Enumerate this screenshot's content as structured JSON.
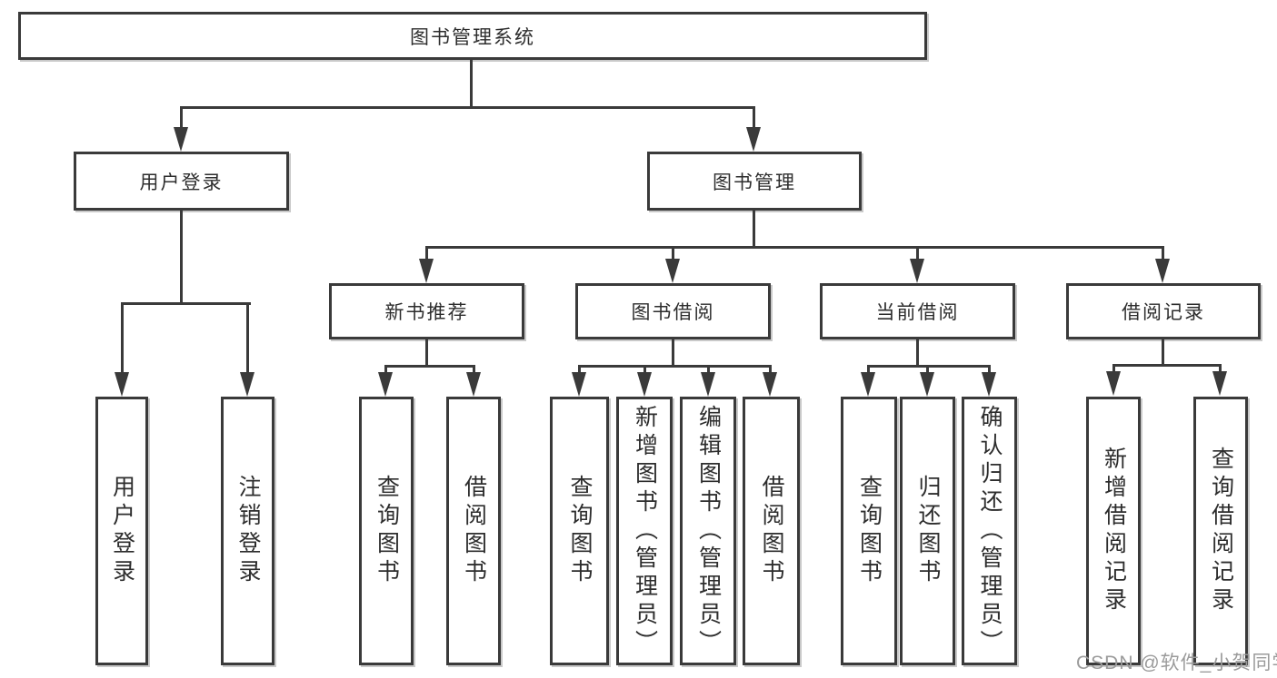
{
  "diagram_title": "图书管理系统",
  "tree": {
    "label": "图书管理系统",
    "children": [
      {
        "label": "用户登录",
        "children": [
          {
            "label": "用户登录"
          },
          {
            "label": "注销登录"
          }
        ]
      },
      {
        "label": "图书管理",
        "children": [
          {
            "label": "新书推荐",
            "children": [
              {
                "label": "查询图书"
              },
              {
                "label": "借阅图书"
              }
            ]
          },
          {
            "label": "图书借阅",
            "children": [
              {
                "label": "查询图书"
              },
              {
                "label": "新增图书（管理员）"
              },
              {
                "label": "编辑图书（管理员）"
              },
              {
                "label": "借阅图书"
              }
            ]
          },
          {
            "label": "当前借阅",
            "children": [
              {
                "label": "查询图书"
              },
              {
                "label": "归还图书"
              },
              {
                "label": "确认归还（管理员）"
              }
            ]
          },
          {
            "label": "借阅记录",
            "children": [
              {
                "label": "新增借阅记录"
              },
              {
                "label": "查询借阅记录"
              }
            ]
          }
        ]
      }
    ]
  },
  "watermark": "CSDN @软件_小贺同学",
  "colors": {
    "line": "#3a3a3a",
    "text": "#2d2d2d",
    "watermark": "#9b9b9b",
    "background": "#ffffff"
  }
}
